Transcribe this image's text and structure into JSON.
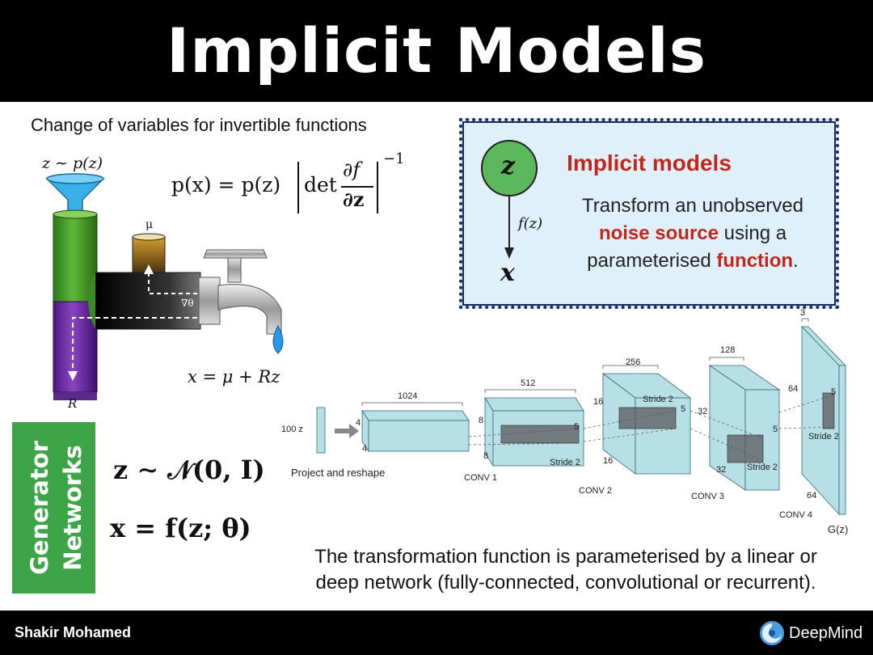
{
  "header": {
    "title": "Implicit Models"
  },
  "footer": {
    "author": "Shakir Mohamed",
    "brand": "DeepMind"
  },
  "left_panel": {
    "subtitle": "Change of variables for invertible functions",
    "z_dist": "z ∼ p(z)",
    "mu_label": "μ",
    "grad_label": "∇θ",
    "r_label": "R",
    "x_eq": "x = μ + Rz",
    "density_eq_lhs": "p(x) = p(z)",
    "density_eq_det": "det",
    "density_eq_num": "∂f",
    "density_eq_den": "∂z",
    "density_eq_exp": "−1"
  },
  "implicit_box": {
    "node_label": "z",
    "edge_label": "f(z)",
    "output_label": "x",
    "title": "Implicit models",
    "line1": "Transform an unobserved",
    "line2_red": "noise source",
    "line2_rest": " using a",
    "line3_pre": "parameterised ",
    "line3_red": "function",
    "line3_end": "."
  },
  "generator": {
    "badge_line1": "Generator",
    "badge_line2": "Networks",
    "eq1": "z ∼ 𝒩(0, I)",
    "eq2": "x = f(z; θ)"
  },
  "dcgan": {
    "input_label": "100 z",
    "project_label": "Project and reshape",
    "output_label": "G(z)",
    "layers": [
      {
        "name": "",
        "depth": "1024",
        "height": "4",
        "width": "4"
      },
      {
        "name": "CONV 1",
        "depth": "512",
        "height": "8",
        "width": "8",
        "kernel": "5",
        "stride": "Stride 2"
      },
      {
        "name": "CONV 2",
        "depth": "256",
        "height": "16",
        "width": "16",
        "kernel": "5",
        "stride": "Stride 2"
      },
      {
        "name": "CONV 3",
        "depth": "128",
        "height": "32",
        "width": "32",
        "kernel": "5",
        "stride": "Stride 2"
      },
      {
        "name": "CONV 4",
        "depth": "3",
        "height": "64",
        "width": "64",
        "kernel": "5",
        "stride": "Stride 2"
      }
    ]
  },
  "bottom_text": {
    "line1": "The transformation function is parameterised by a linear or",
    "line2": "deep network (fully-connected, convolutional or recurrent)."
  },
  "colors": {
    "accent_red": "#c0281c",
    "box_bg": "#dff0fa",
    "node_green": "#5cb85c",
    "badge_green": "#3ea448",
    "cube_fill": "#a9dbe0"
  }
}
